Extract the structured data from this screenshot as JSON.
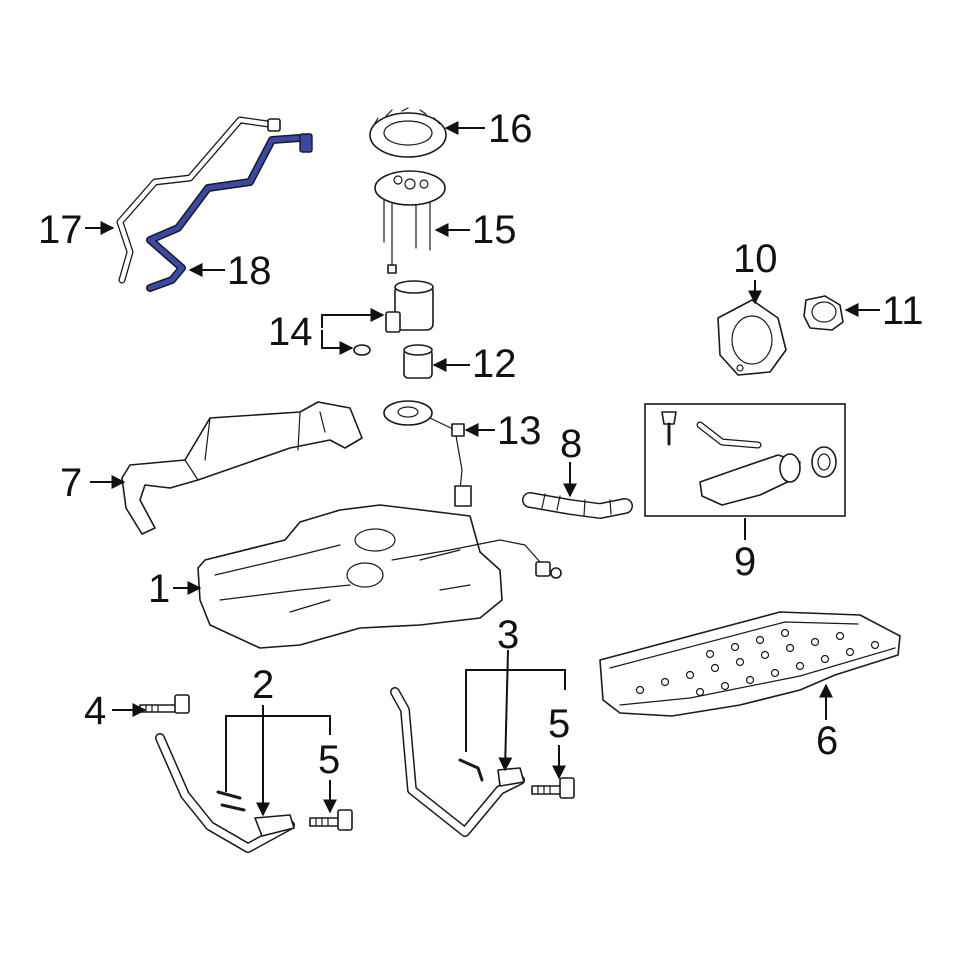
{
  "colors": {
    "line": "#1a1a1a",
    "highlight": "#3a48a8",
    "background": "#ffffff"
  },
  "callouts": {
    "c1": "1",
    "c2": "2",
    "c3": "3",
    "c4": "4",
    "c5a": "5",
    "c5b": "5",
    "c6": "6",
    "c7": "7",
    "c8": "8",
    "c9": "9",
    "c10": "10",
    "c11": "11",
    "c12": "12",
    "c13": "13",
    "c14": "14",
    "c15": "15",
    "c16": "16",
    "c17": "17",
    "c18": "18"
  }
}
